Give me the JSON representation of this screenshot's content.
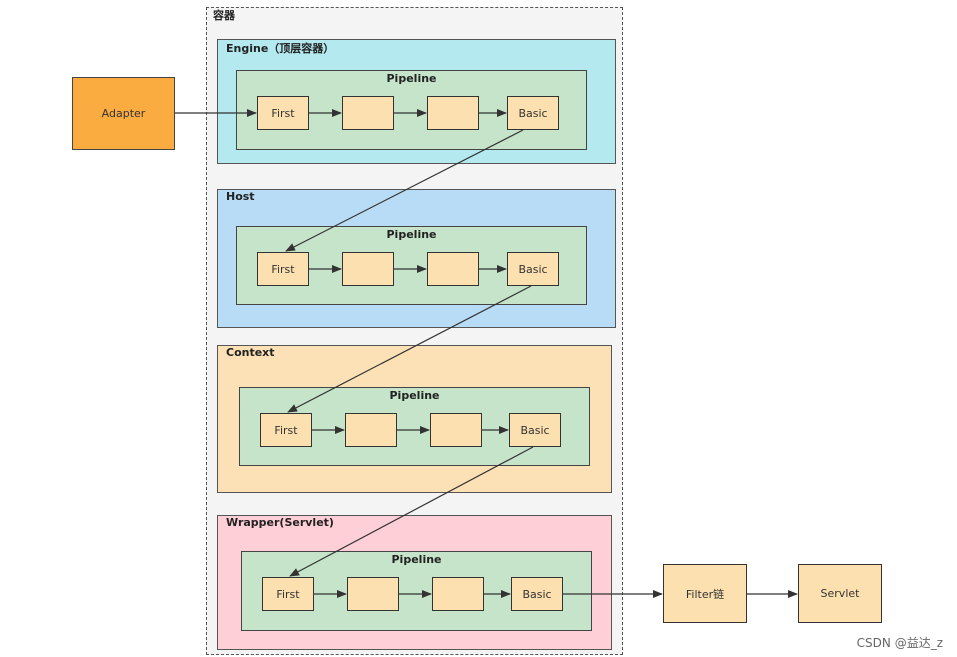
{
  "colors": {
    "engine_bg": "#b3e9ef",
    "host_bg": "#b9dcf6",
    "context_bg": "#fde1b6",
    "wrapper_bg": "#ffcfd8",
    "pipeline_bg": "#c5e4c9",
    "valve_bg": "#fde0b0",
    "adapter_bg": "#fbac40",
    "outer_bg": "#f4f4f4"
  },
  "container": {
    "label": "容器"
  },
  "adapter": {
    "label": "Adapter"
  },
  "layers": [
    {
      "label": "Engine（顶层容器）",
      "pipeline": "Pipeline",
      "valves": [
        "First",
        "",
        "",
        "Basic"
      ]
    },
    {
      "label": "Host",
      "pipeline": "Pipeline",
      "valves": [
        "First",
        "",
        "",
        "Basic"
      ]
    },
    {
      "label": "Context",
      "pipeline": "Pipeline",
      "valves": [
        "First",
        "",
        "",
        "Basic"
      ]
    },
    {
      "label": "Wrapper(Servlet)",
      "pipeline": "Pipeline",
      "valves": [
        "First",
        "",
        "",
        "Basic"
      ]
    }
  ],
  "filter_chain": {
    "label": "Filter链"
  },
  "servlet": {
    "label": "Servlet"
  },
  "watermark": "CSDN @益达_z"
}
